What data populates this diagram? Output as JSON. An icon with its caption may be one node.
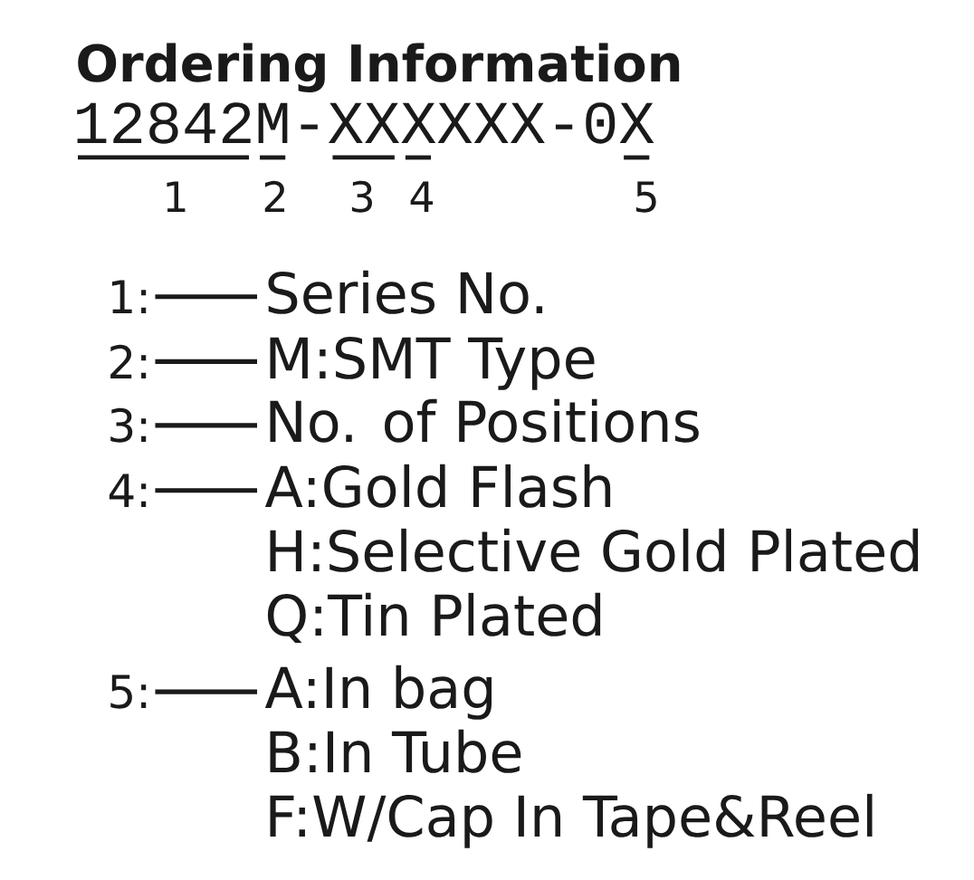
{
  "diagram": {
    "title": "Ordering Information",
    "nodes": [
      {
        "text": [
          "1:"
        ]
      },
      {
        "text": [
          "Series No."
        ]
      },
      {
        "text": [
          "2:"
        ]
      },
      {
        "text": [
          "M:SMT Type"
        ]
      },
      {
        "text": [
          "3:"
        ]
      },
      {
        "text": [
          "No. of Positions"
        ]
      },
      {
        "text": [
          "4:"
        ]
      },
      {
        "text": [
          "A:Gold Flash",
          "H:Selective Gold Plated",
          "Q:Tin Plated"
        ]
      },
      {
        "text": [
          "5:"
        ]
      },
      {
        "text": [
          "A:In bag",
          "B:In Tube",
          "F:W/Cap In Tape&Reel"
        ]
      }
    ],
    "edges": [
      {
        "from": 0,
        "to": 1,
        "arrow": "none"
      },
      {
        "from": 2,
        "to": 3,
        "arrow": "none"
      },
      {
        "from": 4,
        "to": 5,
        "arrow": "none"
      },
      {
        "from": 6,
        "to": 7,
        "arrow": "none"
      },
      {
        "from": 8,
        "to": 9,
        "arrow": "none"
      }
    ],
    "labels": [
      "12842M-XXXXXX-0X",
      "1",
      "2",
      "3",
      "4",
      "5"
    ]
  }
}
